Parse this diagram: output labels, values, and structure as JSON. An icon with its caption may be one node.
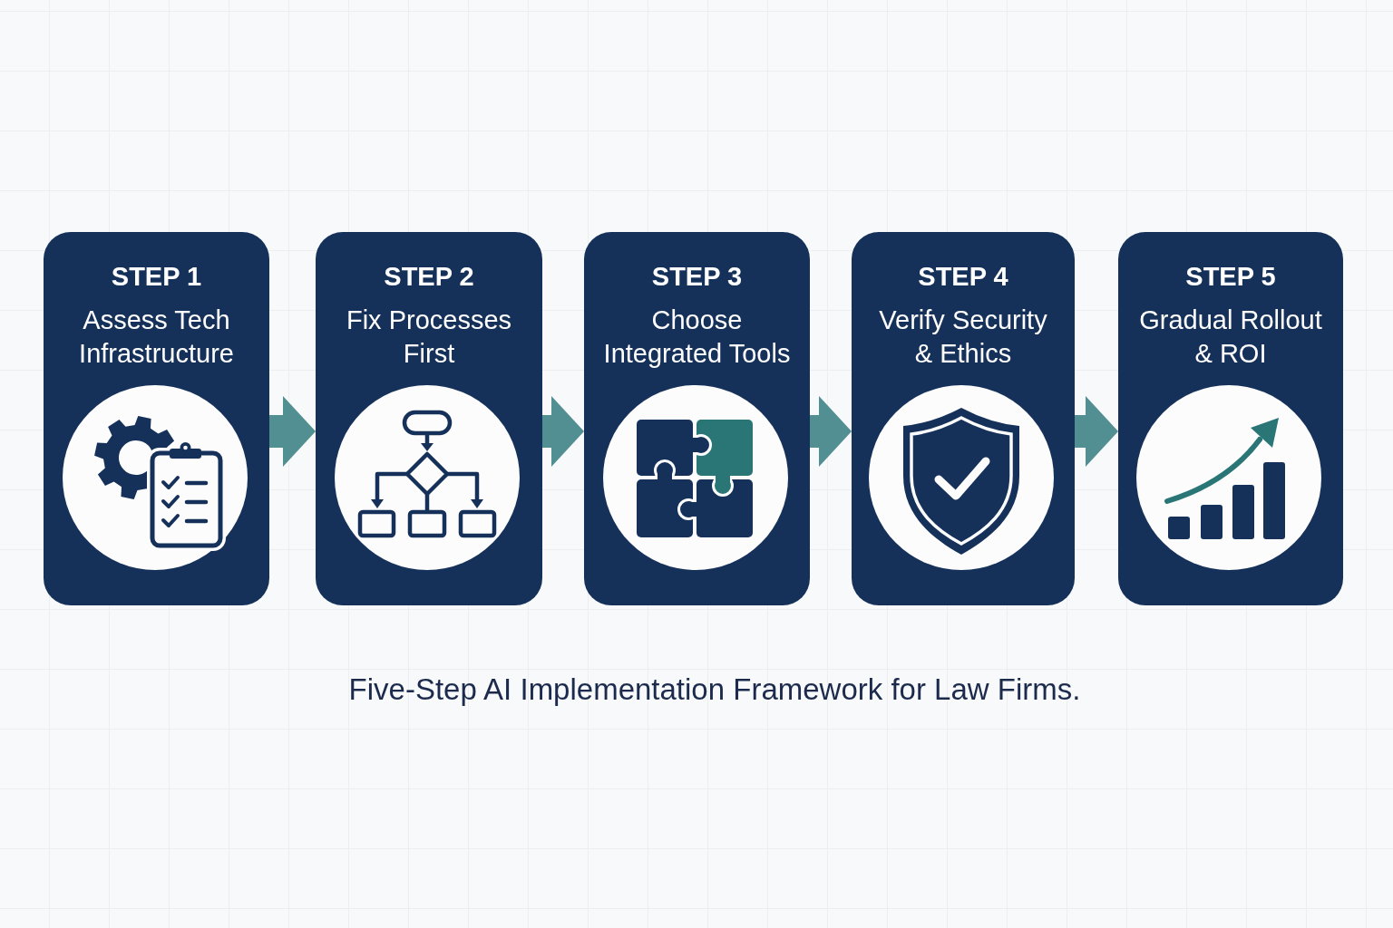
{
  "diagram": {
    "caption": "Five-Step AI Implementation Framework for Law Firms.",
    "nodes": [
      {
        "text": [
          "STEP 1",
          "Assess Tech Infrastructure"
        ]
      },
      {
        "text": [
          "STEP 2",
          "Fix Processes First"
        ]
      },
      {
        "text": [
          "STEP 3",
          "Choose Integrated Tools"
        ]
      },
      {
        "text": [
          "STEP 4",
          "Verify Security & Ethics"
        ]
      },
      {
        "text": [
          "STEP 5",
          "Gradual Rollout & ROI"
        ]
      }
    ],
    "edges": [
      {
        "from": 0,
        "to": 1,
        "arrow": "to"
      },
      {
        "from": 1,
        "to": 2,
        "arrow": "to"
      },
      {
        "from": 2,
        "to": 3,
        "arrow": "to"
      },
      {
        "from": 3,
        "to": 4,
        "arrow": "to"
      }
    ]
  }
}
